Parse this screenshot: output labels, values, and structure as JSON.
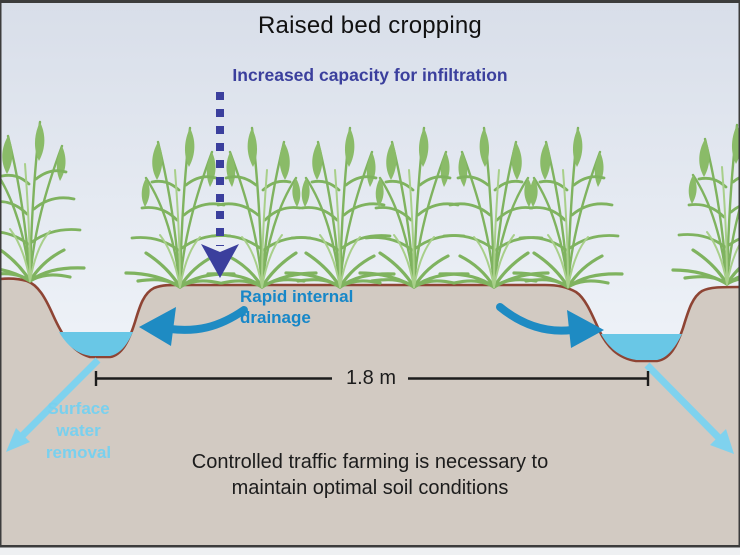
{
  "title": "Raised bed cropping",
  "labels": {
    "infiltration": "Increased capacity for infiltration",
    "drainage": [
      "Rapid internal",
      "drainage"
    ],
    "surface": [
      "Surface",
      "water",
      "removal"
    ],
    "dimension": "1.8 m",
    "caption": [
      "Controlled traffic farming is necessary to",
      "maintain optimal soil conditions"
    ]
  },
  "colors": {
    "sky_top": "#d8dee9",
    "sky_bottom": "#fbfcfe",
    "soil_fill": "#d2cac2",
    "soil_outline": "#8e4434",
    "water": "#69c7e6",
    "plant_green": "#7fb35f",
    "plant_green_light": "#a8cf8a",
    "infiltration_arrow": "#3b3f9d",
    "drainage_arrow": "#1e8bc3",
    "surface_water_arrow": "#7fd2ee",
    "dimension_line": "#1c1c1c",
    "frame": "#3c3c3c"
  },
  "icons": [
    "infiltration-dashed-arrow-icon",
    "drainage-arrow-left-icon",
    "drainage-arrow-right-icon",
    "surface-water-arrow-left-icon",
    "surface-water-arrow-right-icon",
    "dimension-line"
  ]
}
